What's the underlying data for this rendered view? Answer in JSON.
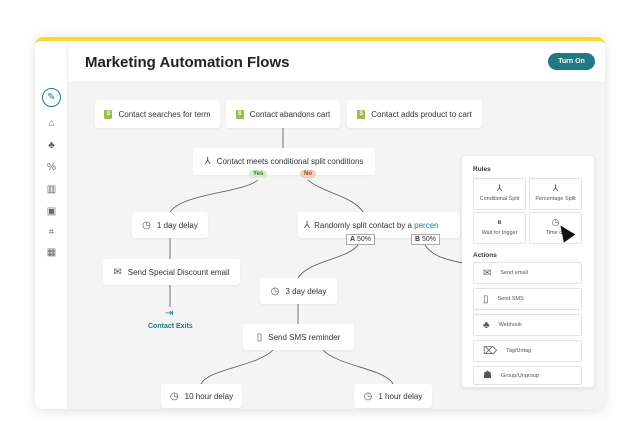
{
  "header": {
    "title": "Marketing Automation Flows",
    "turn_on_label": "Turn On"
  },
  "sidebar": {
    "icons": [
      "edit-icon",
      "megaphone-icon",
      "contacts-icon",
      "percent-icon",
      "reports-icon",
      "forms-icon",
      "crop-icon",
      "grid-icon"
    ]
  },
  "triggers": [
    "Contact searches for term",
    "Contact abandons cart",
    "Contact adds product to cart"
  ],
  "flow": {
    "conditional_split": "Contact meets conditional split conditions",
    "yes": "Yes",
    "no": "No",
    "one_day_delay": "1 day delay",
    "random_split_prefix": "Randomly split contact by a ",
    "random_split_link": "percen",
    "a_label": "A",
    "a_value": "50%",
    "b_label": "B",
    "b_value": "50%",
    "send_discount_email": "Send Special Discount email",
    "contact_exits": "Contact Exits",
    "three_day_delay": "3 day delay",
    "send_sms_reminder": "Send SMS reminder",
    "ten_hour_delay": "10 hour delay",
    "one_hour_delay": "1 hour delay"
  },
  "panel": {
    "rules_title": "Rules",
    "rules": [
      "Conditional Split",
      "Percentage Split",
      "Wait for trigger",
      "Time de"
    ],
    "actions_title": "Actions",
    "actions": [
      "Send email",
      "Send SMS",
      "Webhook",
      "Tag/Untag",
      "Group/Ungroup"
    ]
  },
  "colors": {
    "accent": "#1f7a82",
    "top_bar": "#f4dd2c",
    "shopify": "#95bf47",
    "yes_bg": "#d8edd0",
    "no_bg": "#f6cdbd"
  }
}
